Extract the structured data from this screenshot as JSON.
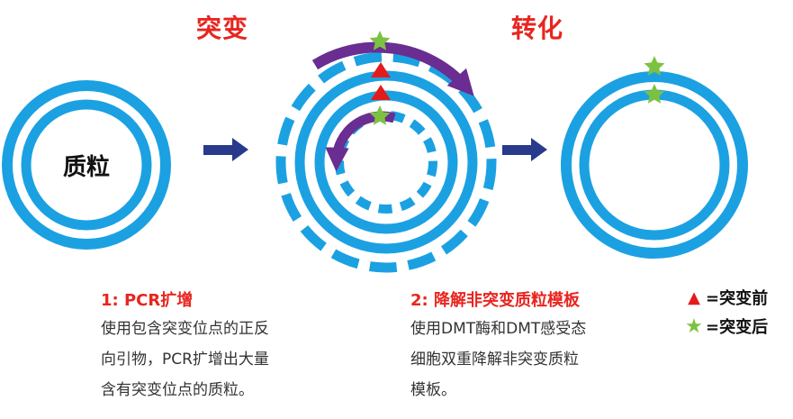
{
  "headings": {
    "mutation": "突变",
    "transformation": "转化"
  },
  "plasmid_label": "质粒",
  "steps": [
    {
      "title": "1: PCR扩增",
      "lines": [
        "使用包含突变位点的正反",
        "向引物，PCR扩增出大量",
        "含有突变位点的质粒。"
      ]
    },
    {
      "title": "2: 降解非突变质粒模板",
      "lines": [
        "使用DMT酶和DMT感受态",
        "细胞双重降解非突变质粒",
        "模板。"
      ]
    }
  ],
  "legend": [
    {
      "symbol": "triangle",
      "text": "=突变前"
    },
    {
      "symbol": "star",
      "text": "=突变后"
    }
  ],
  "colors": {
    "ring": "#1ba1e2",
    "arrow": "#283a8c",
    "primer": "#6a2d91",
    "triangle": "#e41b1b",
    "star": "#7cc242",
    "heading": "#e8251f"
  }
}
